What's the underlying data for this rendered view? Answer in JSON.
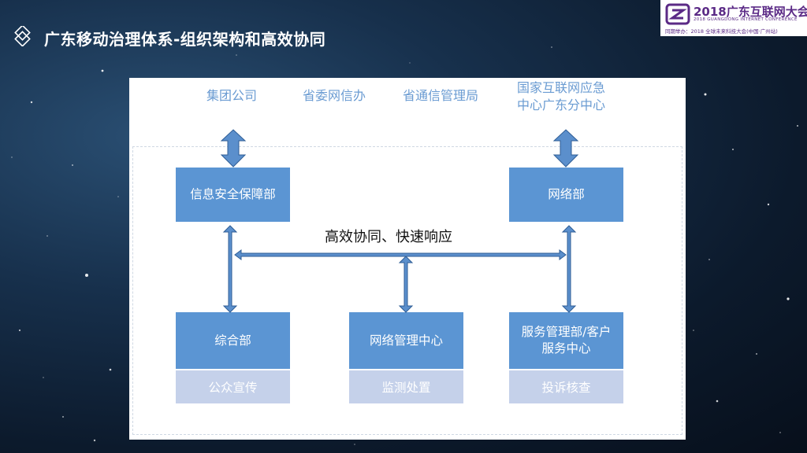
{
  "header": {
    "title": "广东移动治理体系-组织架构和高效协同"
  },
  "logo": {
    "name": "2018广东互联网大会",
    "english": "2018 GUANGDONG INTERNET CONFERENCE",
    "subtitle": "同期举办：2018 全球未来科技大会(中国·广州站)"
  },
  "diagram": {
    "external": [
      "集团公司",
      "省委网信办",
      "省通信管理局",
      "国家互联网应急中心广东分中心"
    ],
    "external_line1": "国家互联网应急",
    "external_line2": "中心广东分中心",
    "center_label": "高效协同、快速响应",
    "boxes": {
      "security": "信息安全保障部",
      "network": "网络部",
      "general": "综合部",
      "nmc": "网络管理中心",
      "service_line1": "服务管理部/客户",
      "service_line2": "服务中心"
    },
    "subboxes": {
      "general": "公众宣传",
      "nmc": "监测处置",
      "service": "投诉核查"
    }
  },
  "colors": {
    "box": "#5b95d3",
    "subbox": "#c5d1ea",
    "arrow_fill": "#5b8fcc",
    "arrow_stroke": "#2f5e96",
    "external_text": "#6a9bd2",
    "logo": "#5b2a86"
  }
}
